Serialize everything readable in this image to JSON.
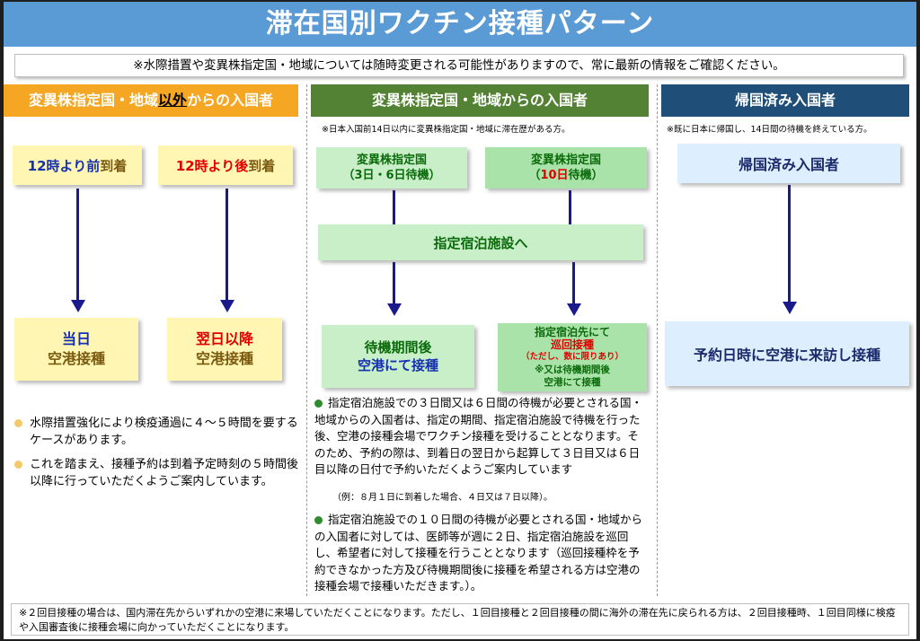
{
  "title": "滞在国別ワクチン接種パターン",
  "notice": "※水際措置や変異株指定国・地域については随時変更される可能性がありますので、常に最新の情報をご確認ください。",
  "colors": {
    "title_bg": "#5b9bd5",
    "col1_bg": "#f5a623",
    "col2_bg": "#548235",
    "col3_bg": "#1f4e79"
  },
  "col1": {
    "head_pre": "変異株指定国・地域",
    "head_em": "以外",
    "head_post": "からの入国者",
    "box_a": {
      "l1": "12時より",
      "l2": "前",
      "l3": "到着"
    },
    "box_b": {
      "l1": "12時より",
      "l2": "後",
      "l3": "到着"
    },
    "box_c": {
      "l1": "当日",
      "l2": "空港接種"
    },
    "box_d": {
      "l1": "翌日以降",
      "l2": "空港接種"
    },
    "bullets": [
      "水際措置強化により検疫通過に４～５時間を要するケースがあります。",
      "これを踏まえ、接種予約は到着予定時刻の５時間後以降に行っていただくようご案内しています。"
    ]
  },
  "col2": {
    "head": "変異株指定国・地域からの入国者",
    "subnote": "※日本入国前14日以内に変異株指定国・地域に滞在歴がある方。",
    "box_a": {
      "l1": "変異株指定国",
      "l2": "（3日・6日",
      "l3": "待機）"
    },
    "box_b": {
      "l1": "変異株指定国",
      "l2": "（",
      "l3": "10日",
      "l4": "待機）"
    },
    "facility": "指定宿泊施設へ",
    "box_c": {
      "l1": "待機期間後",
      "l2": "空港にて接種"
    },
    "box_d": {
      "l1": "指定宿泊先にて",
      "l2": "巡回接種",
      "l3": "（ただし、数に限りあり）",
      "l4": "※又は待機期間後",
      "l5": "空港にて接種"
    },
    "bullets": [
      "指定宿泊施設での３日間又は６日間の待機が必要とされる国・地域からの入国者は、指定の期間、指定宿泊施設で待機を行った後、空港の接種会場でワクチン接種を受けることとなります。そのため、予約の際は、到着日の翌日から起算して３日目又は６日目以降の日付で予約いただくようご案内しています",
      "（例：８月１日に到着した場合、４日又は７日以降）。",
      "指定宿泊施設での１０日間の待機が必要とされる国・地域からの入国者に対しては、医師等が週に２日、指定宿泊施設を巡回し、希望者に対して接種を行うこととなります（巡回接種枠を予約できなかった方及び待機期間後に接種を希望される方は空港の接種会場で接種いただきます。）。"
    ]
  },
  "col3": {
    "head": "帰国済み入国者",
    "subnote": "※既に日本に帰国し、14日間の待機を終えている方。",
    "box_a": "帰国済み入国者",
    "box_b": "予約日時に空港に来訪し接種"
  },
  "footnote": "※２回目接種の場合は、国内滞在先からいずれかの空港に来場していただくことになります。ただし、１回目接種と２回目接種の間に海外の滞在先に戻られる方は、２回目接種時、１回目同様に検疫や入国審査後に接種会場に向かっていただくことになります。"
}
